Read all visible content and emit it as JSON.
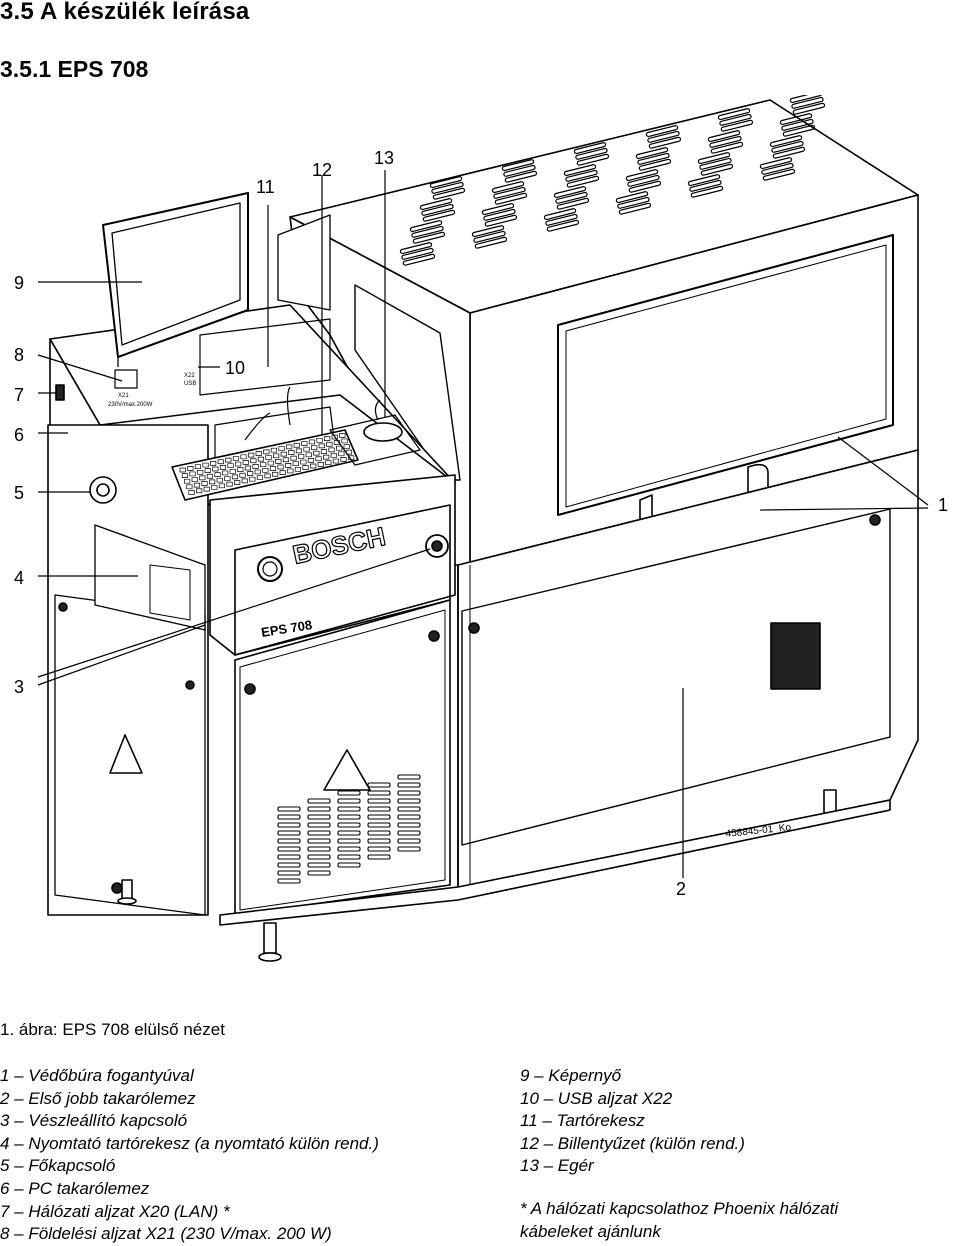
{
  "heading": "3.5   A készülék leírása",
  "subheading": "3.5.1   EPS 708",
  "figure": {
    "callouts": [
      "1",
      "2",
      "3",
      "4",
      "5",
      "6",
      "7",
      "8",
      "9",
      "10",
      "11",
      "12",
      "13"
    ],
    "brand": "BOSCH",
    "model": "EPS  708",
    "drawing_id": "458845-01_Ko",
    "port_label_1": "X21",
    "port_label_2": "230V/max.200W",
    "usb_label_1": "X22",
    "usb_label_2": "USB"
  },
  "caption": "1. ábra: EPS 708 elülső nézet",
  "legend_left": [
    "1 – Védőbúra fogantyúval",
    "2 – Első jobb takarólemez",
    "3 – Vészleállító kapcsoló",
    "4 – Nyomtató tartórekesz (a nyomtató külön rend.)",
    "5 – Főkapcsoló",
    "6 – PC takarólemez",
    "7 – Hálózati aljzat X20 (LAN) *",
    "8 – Földelési aljzat X21 (230 V/max. 200 W)"
  ],
  "legend_right": [
    "9 – Képernyő",
    "10 – USB aljzat X22",
    "11 – Tartórekesz",
    "12 – Billentyűzet (külön rend.)",
    "13 – Egér"
  ],
  "note": [
    "* A hálózati kapcsolathoz Phoenix hálózati",
    "kábeleket ajánlunk"
  ]
}
